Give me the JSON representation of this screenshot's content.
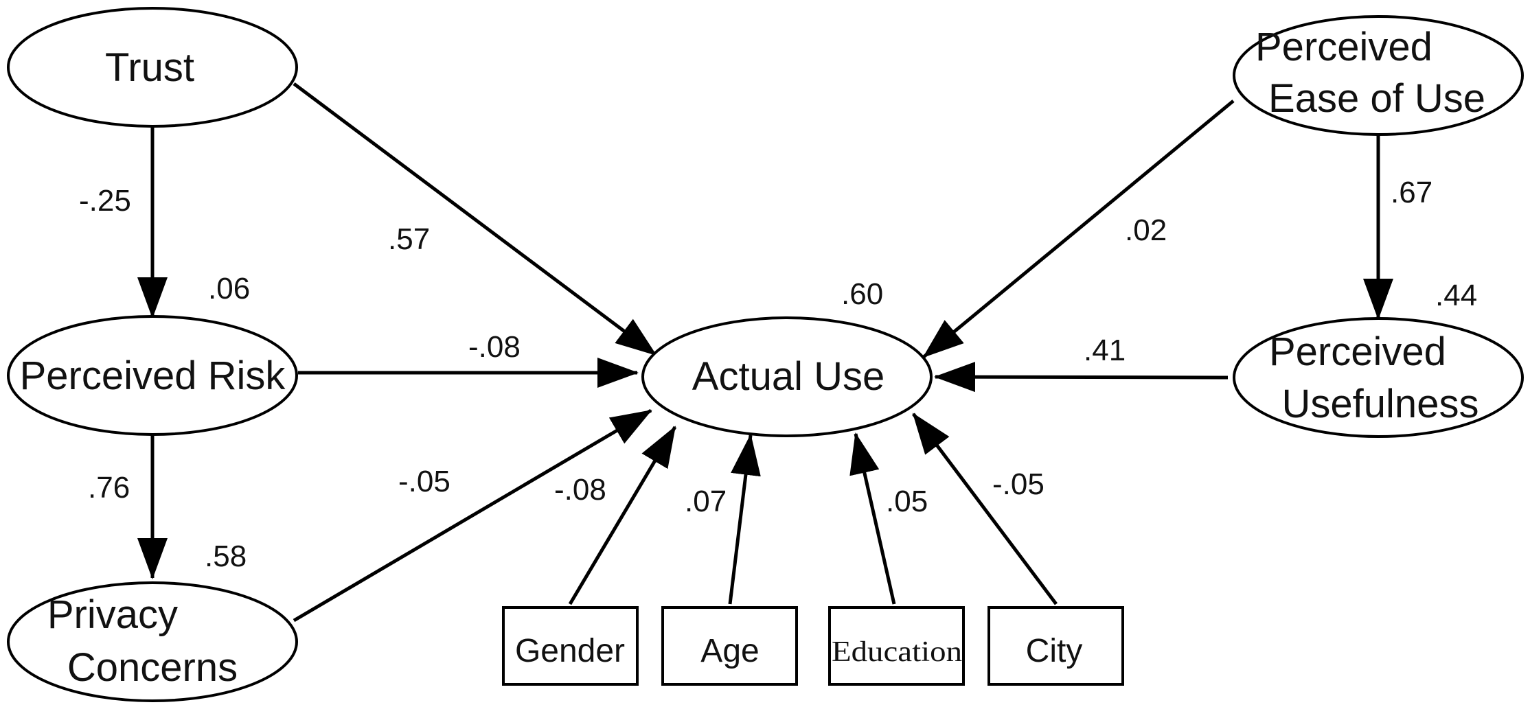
{
  "nodes": {
    "trust": "Trust",
    "perceived_risk": "Perceived Risk",
    "privacy_concerns": [
      "Privacy",
      "Concerns"
    ],
    "actual_use": "Actual Use",
    "perceived_ease_of_use": [
      "Perceived",
      "Ease of Use"
    ],
    "perceived_usefulness": [
      "Perceived",
      "Usefulness"
    ],
    "gender": "Gender",
    "age": "Age",
    "education": "Education",
    "city": "City"
  },
  "path_coefficients": {
    "trust_to_risk": "-.25",
    "trust_to_use": ".57",
    "risk_to_use": "-.08",
    "risk_to_privacy": ".76",
    "privacy_to_use": "-.05",
    "gender_to_use": "-.08",
    "age_to_use": ".07",
    "education_to_use": ".05",
    "city_to_use": "-.05",
    "ease_to_use": ".02",
    "ease_to_usefulness": ".67",
    "usefulness_to_use": ".41"
  },
  "r_squared": {
    "perceived_risk": ".06",
    "privacy_concerns": ".58",
    "actual_use": ".60",
    "perceived_usefulness": ".44"
  }
}
